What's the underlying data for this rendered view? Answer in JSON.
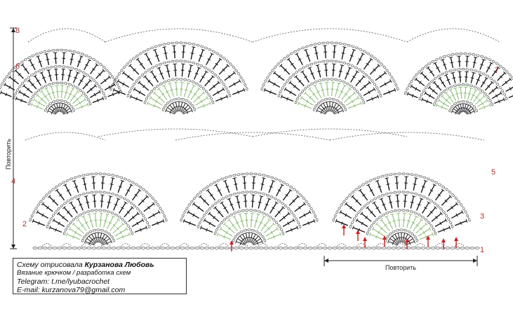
{
  "row_numbers": {
    "left": [
      "8",
      "6",
      "4",
      "2"
    ],
    "right": [
      "7",
      "5",
      "3",
      "1"
    ]
  },
  "repeat_labels": {
    "vertical": "Повторить",
    "horizontal": "Повторить"
  },
  "credits": {
    "line1_prefix": "Схему отрисовала",
    "author": "Курзанова Любовь",
    "line2": "Вязание крючком / разработка схем",
    "telegram": "Telegram: t.me/lyubacrochet",
    "email": "E-mail: kurzanova79@gmail.com"
  },
  "colors": {
    "stitch_dark": "#1a1a1a",
    "stitch_green": "#8fbf7a",
    "chain": "#555555",
    "arrow_red": "#d21f1f",
    "row_number": "#b03030"
  },
  "symbols": [
    "chain-stitch",
    "double-crochet",
    "treble-crochet",
    "single-crochet",
    "start-arrow"
  ]
}
